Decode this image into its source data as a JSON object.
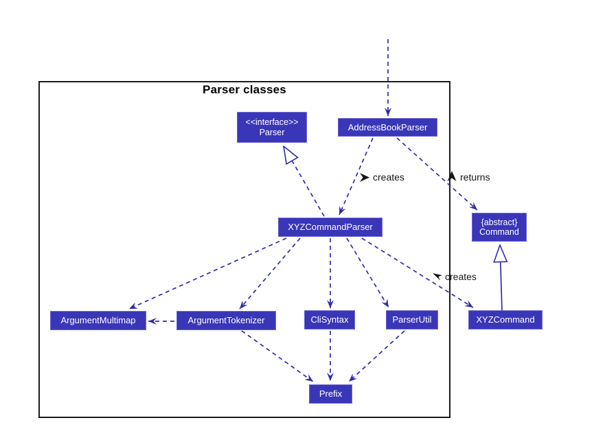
{
  "diagram": {
    "title": "Parser classes",
    "nodes": {
      "parser_interface": {
        "stereotype": "<<interface>>",
        "name": "Parser"
      },
      "address_book_parser": {
        "name": "AddressBookParser"
      },
      "xyz_command_parser": {
        "name": "XYZCommandParser"
      },
      "command": {
        "stereotype": "{abstract}",
        "name": "Command"
      },
      "argument_multimap": {
        "name": "ArgumentMultimap"
      },
      "argument_tokenizer": {
        "name": "ArgumentTokenizer"
      },
      "cli_syntax": {
        "name": "CliSyntax"
      },
      "parser_util": {
        "name": "ParserUtil"
      },
      "xyz_command": {
        "name": "XYZCommand"
      },
      "prefix": {
        "name": "Prefix"
      }
    },
    "edge_labels": {
      "creates_top": "creates",
      "returns": "returns",
      "creates_bottom": "creates"
    },
    "colors": {
      "background": "#ffffff",
      "node_fill": "#3a36b8",
      "node_border": "#6e66d4",
      "node_text": "#ffffff",
      "edge": "#2e2ca8",
      "frame_border": "#1a1a1a",
      "label_text": "#161616"
    }
  }
}
